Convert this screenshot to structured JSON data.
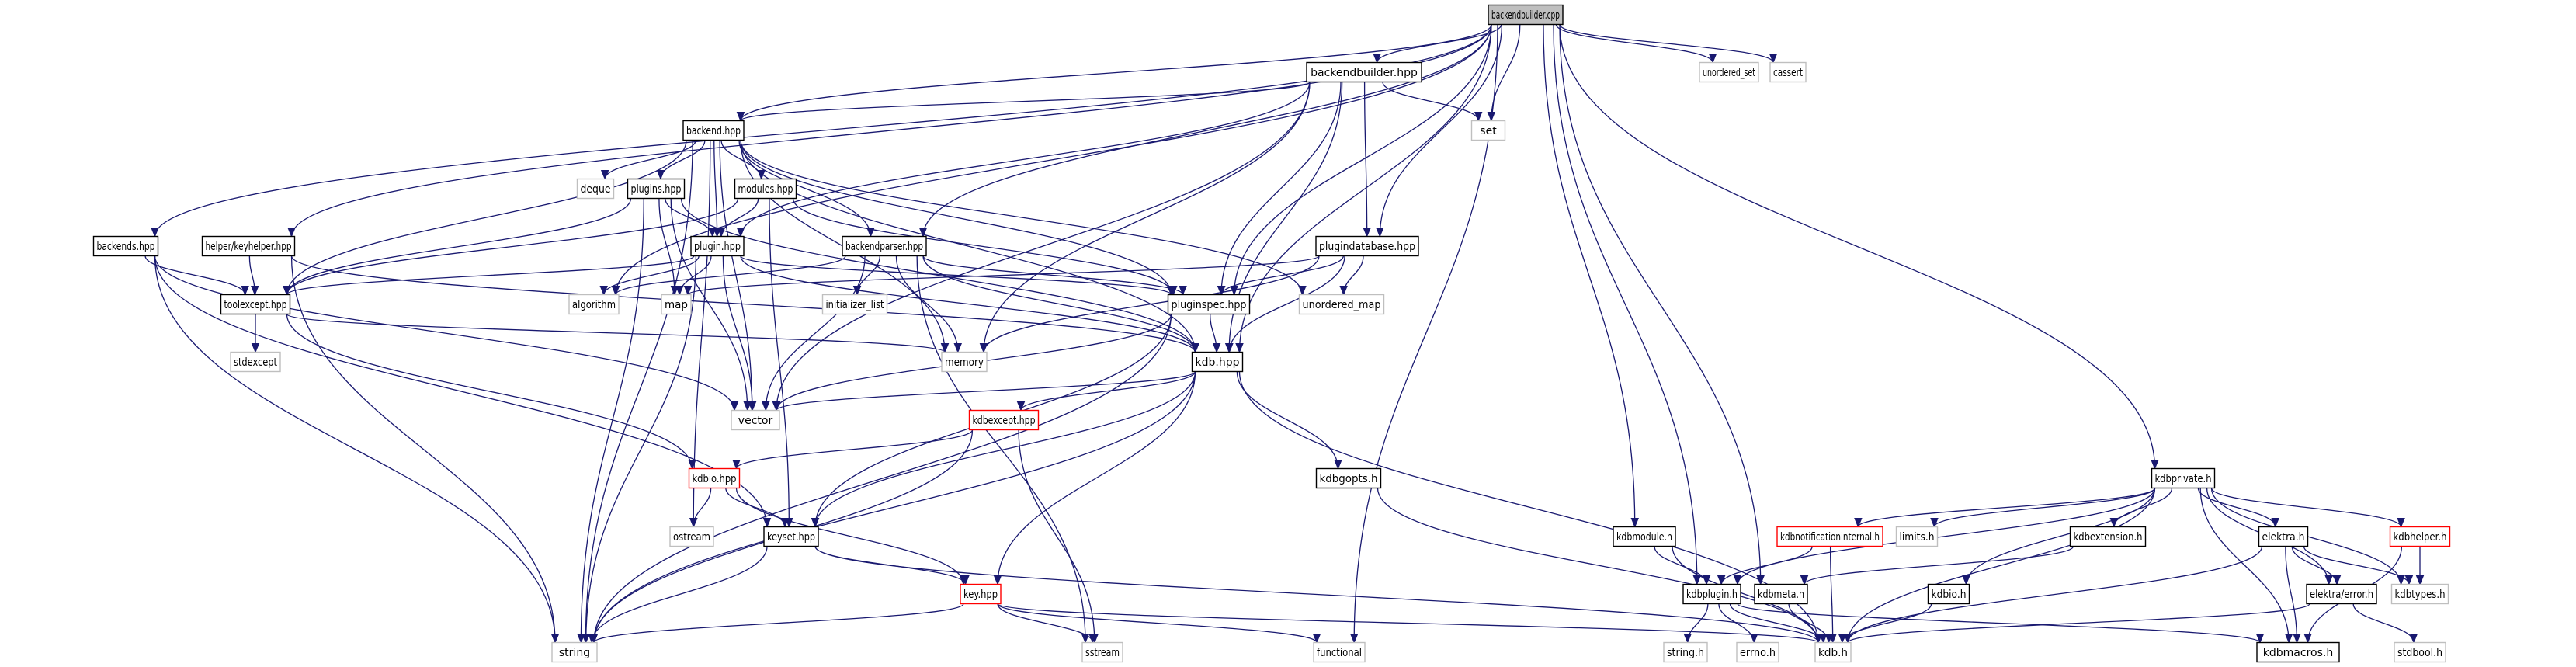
{
  "diagram": {
    "title": "backendbuilder.cpp",
    "type": "include-dependency-graph",
    "colors": {
      "edge": "#191970",
      "documented_border": "#000000",
      "system_border": "#bfbfbf",
      "incomplete_border": "#ff0000",
      "root_fill": "#bfbfbf",
      "node_fill": "#ffffff"
    },
    "nodes": [
      {
        "id": "backendbuilder_cpp",
        "label": "backendbuilder.cpp",
        "kind": "root"
      },
      {
        "id": "unordered_set",
        "label": "unordered_set",
        "kind": "system"
      },
      {
        "id": "cassert",
        "label": "cassert",
        "kind": "system"
      },
      {
        "id": "backendbuilder_hpp",
        "label": "backendbuilder.hpp",
        "kind": "documented"
      },
      {
        "id": "set",
        "label": "set",
        "kind": "system"
      },
      {
        "id": "backend_hpp",
        "label": "backend.hpp",
        "kind": "documented"
      },
      {
        "id": "deque",
        "label": "deque",
        "kind": "system"
      },
      {
        "id": "plugins_hpp",
        "label": "plugins.hpp",
        "kind": "documented"
      },
      {
        "id": "modules_hpp",
        "label": "modules.hpp",
        "kind": "documented"
      },
      {
        "id": "backends_hpp",
        "label": "backends.hpp",
        "kind": "documented"
      },
      {
        "id": "keyhelper_hpp",
        "label": "helper/keyhelper.hpp",
        "kind": "documented"
      },
      {
        "id": "plugin_hpp",
        "label": "plugin.hpp",
        "kind": "documented"
      },
      {
        "id": "backendparser_hpp",
        "label": "backendparser.hpp",
        "kind": "documented"
      },
      {
        "id": "plugindatabase_hpp",
        "label": "plugindatabase.hpp",
        "kind": "documented"
      },
      {
        "id": "toolexcept_hpp",
        "label": "toolexcept.hpp",
        "kind": "documented"
      },
      {
        "id": "algorithm",
        "label": "algorithm",
        "kind": "system"
      },
      {
        "id": "map",
        "label": "map",
        "kind": "system"
      },
      {
        "id": "initializer_list",
        "label": "initializer_list",
        "kind": "system"
      },
      {
        "id": "pluginspec_hpp",
        "label": "pluginspec.hpp",
        "kind": "documented"
      },
      {
        "id": "unordered_map",
        "label": "unordered_map",
        "kind": "system"
      },
      {
        "id": "stdexcept",
        "label": "stdexcept",
        "kind": "system"
      },
      {
        "id": "memory",
        "label": "memory",
        "kind": "system"
      },
      {
        "id": "kdb_hpp",
        "label": "kdb.hpp",
        "kind": "documented"
      },
      {
        "id": "vector",
        "label": "vector",
        "kind": "system"
      },
      {
        "id": "kdbexcept_hpp",
        "label": "kdbexcept.hpp",
        "kind": "incomplete"
      },
      {
        "id": "kdbio_hpp",
        "label": "kdbio.hpp",
        "kind": "incomplete"
      },
      {
        "id": "kdbgopts_h",
        "label": "kdbgopts.h",
        "kind": "documented"
      },
      {
        "id": "ostream",
        "label": "ostream",
        "kind": "system"
      },
      {
        "id": "keyset_hpp",
        "label": "keyset.hpp",
        "kind": "documented"
      },
      {
        "id": "key_hpp",
        "label": "key.hpp",
        "kind": "incomplete"
      },
      {
        "id": "string",
        "label": "string",
        "kind": "system"
      },
      {
        "id": "sstream",
        "label": "sstream",
        "kind": "system"
      },
      {
        "id": "functional",
        "label": "functional",
        "kind": "system"
      },
      {
        "id": "kdbprivate_h",
        "label": "kdbprivate.h",
        "kind": "documented"
      },
      {
        "id": "kdbmodule_h",
        "label": "kdbmodule.h",
        "kind": "documented"
      },
      {
        "id": "kdbnotificationinternal_h",
        "label": "kdbnotificationinternal.h",
        "kind": "incomplete"
      },
      {
        "id": "limits_h",
        "label": "limits.h",
        "kind": "system"
      },
      {
        "id": "kdbextension_h",
        "label": "kdbextension.h",
        "kind": "documented"
      },
      {
        "id": "elektra_h",
        "label": "elektra.h",
        "kind": "documented"
      },
      {
        "id": "kdbhelper_h",
        "label": "kdbhelper.h",
        "kind": "incomplete"
      },
      {
        "id": "kdbplugin_h",
        "label": "kdbplugin.h",
        "kind": "documented"
      },
      {
        "id": "kdbmeta_h",
        "label": "kdbmeta.h",
        "kind": "documented"
      },
      {
        "id": "kdbio_h",
        "label": "kdbio.h",
        "kind": "documented"
      },
      {
        "id": "elektra_error_h",
        "label": "elektra/error.h",
        "kind": "documented"
      },
      {
        "id": "kdbtypes_h",
        "label": "kdbtypes.h",
        "kind": "system"
      },
      {
        "id": "string_h",
        "label": "string.h",
        "kind": "system"
      },
      {
        "id": "errno_h",
        "label": "errno.h",
        "kind": "system"
      },
      {
        "id": "kdb_h",
        "label": "kdb.h",
        "kind": "system"
      },
      {
        "id": "kdbmacros_h",
        "label": "kdbmacros.h",
        "kind": "documented"
      },
      {
        "id": "stdbool_h",
        "label": "stdbool.h",
        "kind": "system"
      }
    ],
    "edges": [
      [
        "backendbuilder_cpp",
        "backendbuilder_hpp"
      ],
      [
        "backendbuilder_cpp",
        "backend_hpp"
      ],
      [
        "backendbuilder_cpp",
        "backends_hpp"
      ],
      [
        "backendbuilder_cpp",
        "keyhelper_hpp"
      ],
      [
        "backendbuilder_cpp",
        "algorithm"
      ],
      [
        "backendbuilder_cpp",
        "set"
      ],
      [
        "backendbuilder_cpp",
        "unordered_set"
      ],
      [
        "backendbuilder_cpp",
        "cassert"
      ],
      [
        "backendbuilder_cpp",
        "backendparser_hpp"
      ],
      [
        "backendbuilder_cpp",
        "pluginspec_hpp"
      ],
      [
        "backendbuilder_cpp",
        "plugindatabase_hpp"
      ],
      [
        "backendbuilder_cpp",
        "kdb_hpp"
      ],
      [
        "backendbuilder_cpp",
        "functional"
      ],
      [
        "backendbuilder_cpp",
        "kdbmodule_h"
      ],
      [
        "backendbuilder_cpp",
        "kdbplugin_h"
      ],
      [
        "backendbuilder_cpp",
        "kdbmeta_h"
      ],
      [
        "backendbuilder_cpp",
        "kdbprivate_h"
      ],
      [
        "backendbuilder_hpp",
        "backend_hpp"
      ],
      [
        "backendbuilder_hpp",
        "set"
      ],
      [
        "backendbuilder_hpp",
        "plugin_hpp"
      ],
      [
        "backendbuilder_hpp",
        "pluginspec_hpp"
      ],
      [
        "backendbuilder_hpp",
        "plugindatabase_hpp"
      ],
      [
        "backendbuilder_hpp",
        "memory"
      ],
      [
        "backendbuilder_hpp",
        "kdb_hpp"
      ],
      [
        "backendbuilder_hpp",
        "vector"
      ],
      [
        "backend_hpp",
        "deque"
      ],
      [
        "backend_hpp",
        "plugins_hpp"
      ],
      [
        "backend_hpp",
        "modules_hpp"
      ],
      [
        "backend_hpp",
        "plugin_hpp"
      ],
      [
        "backend_hpp",
        "backendparser_hpp"
      ],
      [
        "backend_hpp",
        "pluginspec_hpp"
      ],
      [
        "backend_hpp",
        "unordered_map"
      ],
      [
        "backend_hpp",
        "toolexcept_hpp"
      ],
      [
        "backend_hpp",
        "kdb_hpp"
      ],
      [
        "backend_hpp",
        "memory"
      ],
      [
        "backend_hpp",
        "vector"
      ],
      [
        "backend_hpp",
        "string"
      ],
      [
        "backend_hpp",
        "ostream"
      ],
      [
        "plugins_hpp",
        "plugin_hpp"
      ],
      [
        "plugins_hpp",
        "toolexcept_hpp"
      ],
      [
        "plugins_hpp",
        "map"
      ],
      [
        "plugins_hpp",
        "vector"
      ],
      [
        "plugins_hpp",
        "string"
      ],
      [
        "plugins_hpp",
        "kdb_hpp"
      ],
      [
        "modules_hpp",
        "plugin_hpp"
      ],
      [
        "modules_hpp",
        "toolexcept_hpp"
      ],
      [
        "modules_hpp",
        "keyset_hpp"
      ],
      [
        "modules_hpp",
        "pluginspec_hpp"
      ],
      [
        "backends_hpp",
        "toolexcept_hpp"
      ],
      [
        "backends_hpp",
        "keyset_hpp"
      ],
      [
        "backends_hpp",
        "vector"
      ],
      [
        "backends_hpp",
        "string"
      ],
      [
        "keyhelper_hpp",
        "toolexcept_hpp"
      ],
      [
        "keyhelper_hpp",
        "kdb_hpp"
      ],
      [
        "keyhelper_hpp",
        "string"
      ],
      [
        "plugin_hpp",
        "toolexcept_hpp"
      ],
      [
        "plugin_hpp",
        "map"
      ],
      [
        "plugin_hpp",
        "algorithm"
      ],
      [
        "plugin_hpp",
        "pluginspec_hpp"
      ],
      [
        "plugin_hpp",
        "kdb_hpp"
      ],
      [
        "plugin_hpp",
        "vector"
      ],
      [
        "plugin_hpp",
        "string"
      ],
      [
        "backendparser_hpp",
        "pluginspec_hpp"
      ],
      [
        "backendparser_hpp",
        "initializer_list"
      ],
      [
        "backendparser_hpp",
        "algorithm"
      ],
      [
        "backendparser_hpp",
        "memory"
      ],
      [
        "backendparser_hpp",
        "kdb_hpp"
      ],
      [
        "backendparser_hpp",
        "vector"
      ],
      [
        "backendparser_hpp",
        "sstream"
      ],
      [
        "plugindatabase_hpp",
        "pluginspec_hpp"
      ],
      [
        "plugindatabase_hpp",
        "unordered_map"
      ],
      [
        "plugindatabase_hpp",
        "map"
      ],
      [
        "plugindatabase_hpp",
        "kdb_hpp"
      ],
      [
        "plugindatabase_hpp",
        "memory"
      ],
      [
        "toolexcept_hpp",
        "stdexcept"
      ],
      [
        "toolexcept_hpp",
        "memory"
      ],
      [
        "toolexcept_hpp",
        "kdbio_hpp"
      ],
      [
        "pluginspec_hpp",
        "kdb_hpp"
      ],
      [
        "pluginspec_hpp",
        "vector"
      ],
      [
        "pluginspec_hpp",
        "string"
      ],
      [
        "pluginspec_hpp",
        "keyset_hpp"
      ],
      [
        "kdb_hpp",
        "kdbexcept_hpp"
      ],
      [
        "kdb_hpp",
        "kdbgopts_h"
      ],
      [
        "kdb_hpp",
        "vector"
      ],
      [
        "kdb_hpp",
        "keyset_hpp"
      ],
      [
        "kdb_hpp",
        "key_hpp"
      ],
      [
        "kdb_hpp",
        "string"
      ],
      [
        "kdb_hpp",
        "kdb_h"
      ],
      [
        "kdbexcept_hpp",
        "kdbio_hpp"
      ],
      [
        "kdbexcept_hpp",
        "string"
      ],
      [
        "kdbexcept_hpp",
        "sstream"
      ],
      [
        "kdbio_hpp",
        "ostream"
      ],
      [
        "kdbio_hpp",
        "keyset_hpp"
      ],
      [
        "kdbio_hpp",
        "key_hpp"
      ],
      [
        "keyset_hpp",
        "key_hpp"
      ],
      [
        "keyset_hpp",
        "string"
      ],
      [
        "keyset_hpp",
        "kdb_h"
      ],
      [
        "key_hpp",
        "string"
      ],
      [
        "key_hpp",
        "sstream"
      ],
      [
        "key_hpp",
        "functional"
      ],
      [
        "key_hpp",
        "kdb_h"
      ],
      [
        "kdbgopts_h",
        "kdb_h"
      ],
      [
        "kdbmodule_h",
        "kdbplugin_h"
      ],
      [
        "kdbmodule_h",
        "kdb_h"
      ],
      [
        "kdbprivate_h",
        "kdbplugin_h"
      ],
      [
        "kdbprivate_h",
        "kdbnotificationinternal_h"
      ],
      [
        "kdbprivate_h",
        "limits_h"
      ],
      [
        "kdbprivate_h",
        "kdbextension_h"
      ],
      [
        "kdbprivate_h",
        "elektra_h"
      ],
      [
        "kdbprivate_h",
        "kdbhelper_h"
      ],
      [
        "kdbprivate_h",
        "kdbio_h"
      ],
      [
        "kdbprivate_h",
        "elektra_error_h"
      ],
      [
        "kdbprivate_h",
        "kdbtypes_h"
      ],
      [
        "kdbprivate_h",
        "kdb_h"
      ],
      [
        "kdbprivate_h",
        "kdbmacros_h"
      ],
      [
        "kdbnotificationinternal_h",
        "kdbplugin_h"
      ],
      [
        "kdbnotificationinternal_h",
        "kdb_h"
      ],
      [
        "kdbextension_h",
        "kdbmeta_h"
      ],
      [
        "elektra_h",
        "elektra_error_h"
      ],
      [
        "elektra_h",
        "kdbtypes_h"
      ],
      [
        "elektra_h",
        "kdb_h"
      ],
      [
        "elektra_h",
        "kdbmacros_h"
      ],
      [
        "kdbhelper_h",
        "kdbtypes_h"
      ],
      [
        "kdbhelper_h",
        "kdbmacros_h"
      ],
      [
        "kdbplugin_h",
        "string_h"
      ],
      [
        "kdbplugin_h",
        "errno_h"
      ],
      [
        "kdbplugin_h",
        "kdb_h"
      ],
      [
        "kdbplugin_h",
        "kdbmacros_h"
      ],
      [
        "kdbmeta_h",
        "kdb_h"
      ],
      [
        "kdbio_h",
        "kdb_h"
      ],
      [
        "elektra_error_h",
        "kdb_h"
      ],
      [
        "elektra_error_h",
        "stdbool_h"
      ]
    ]
  }
}
